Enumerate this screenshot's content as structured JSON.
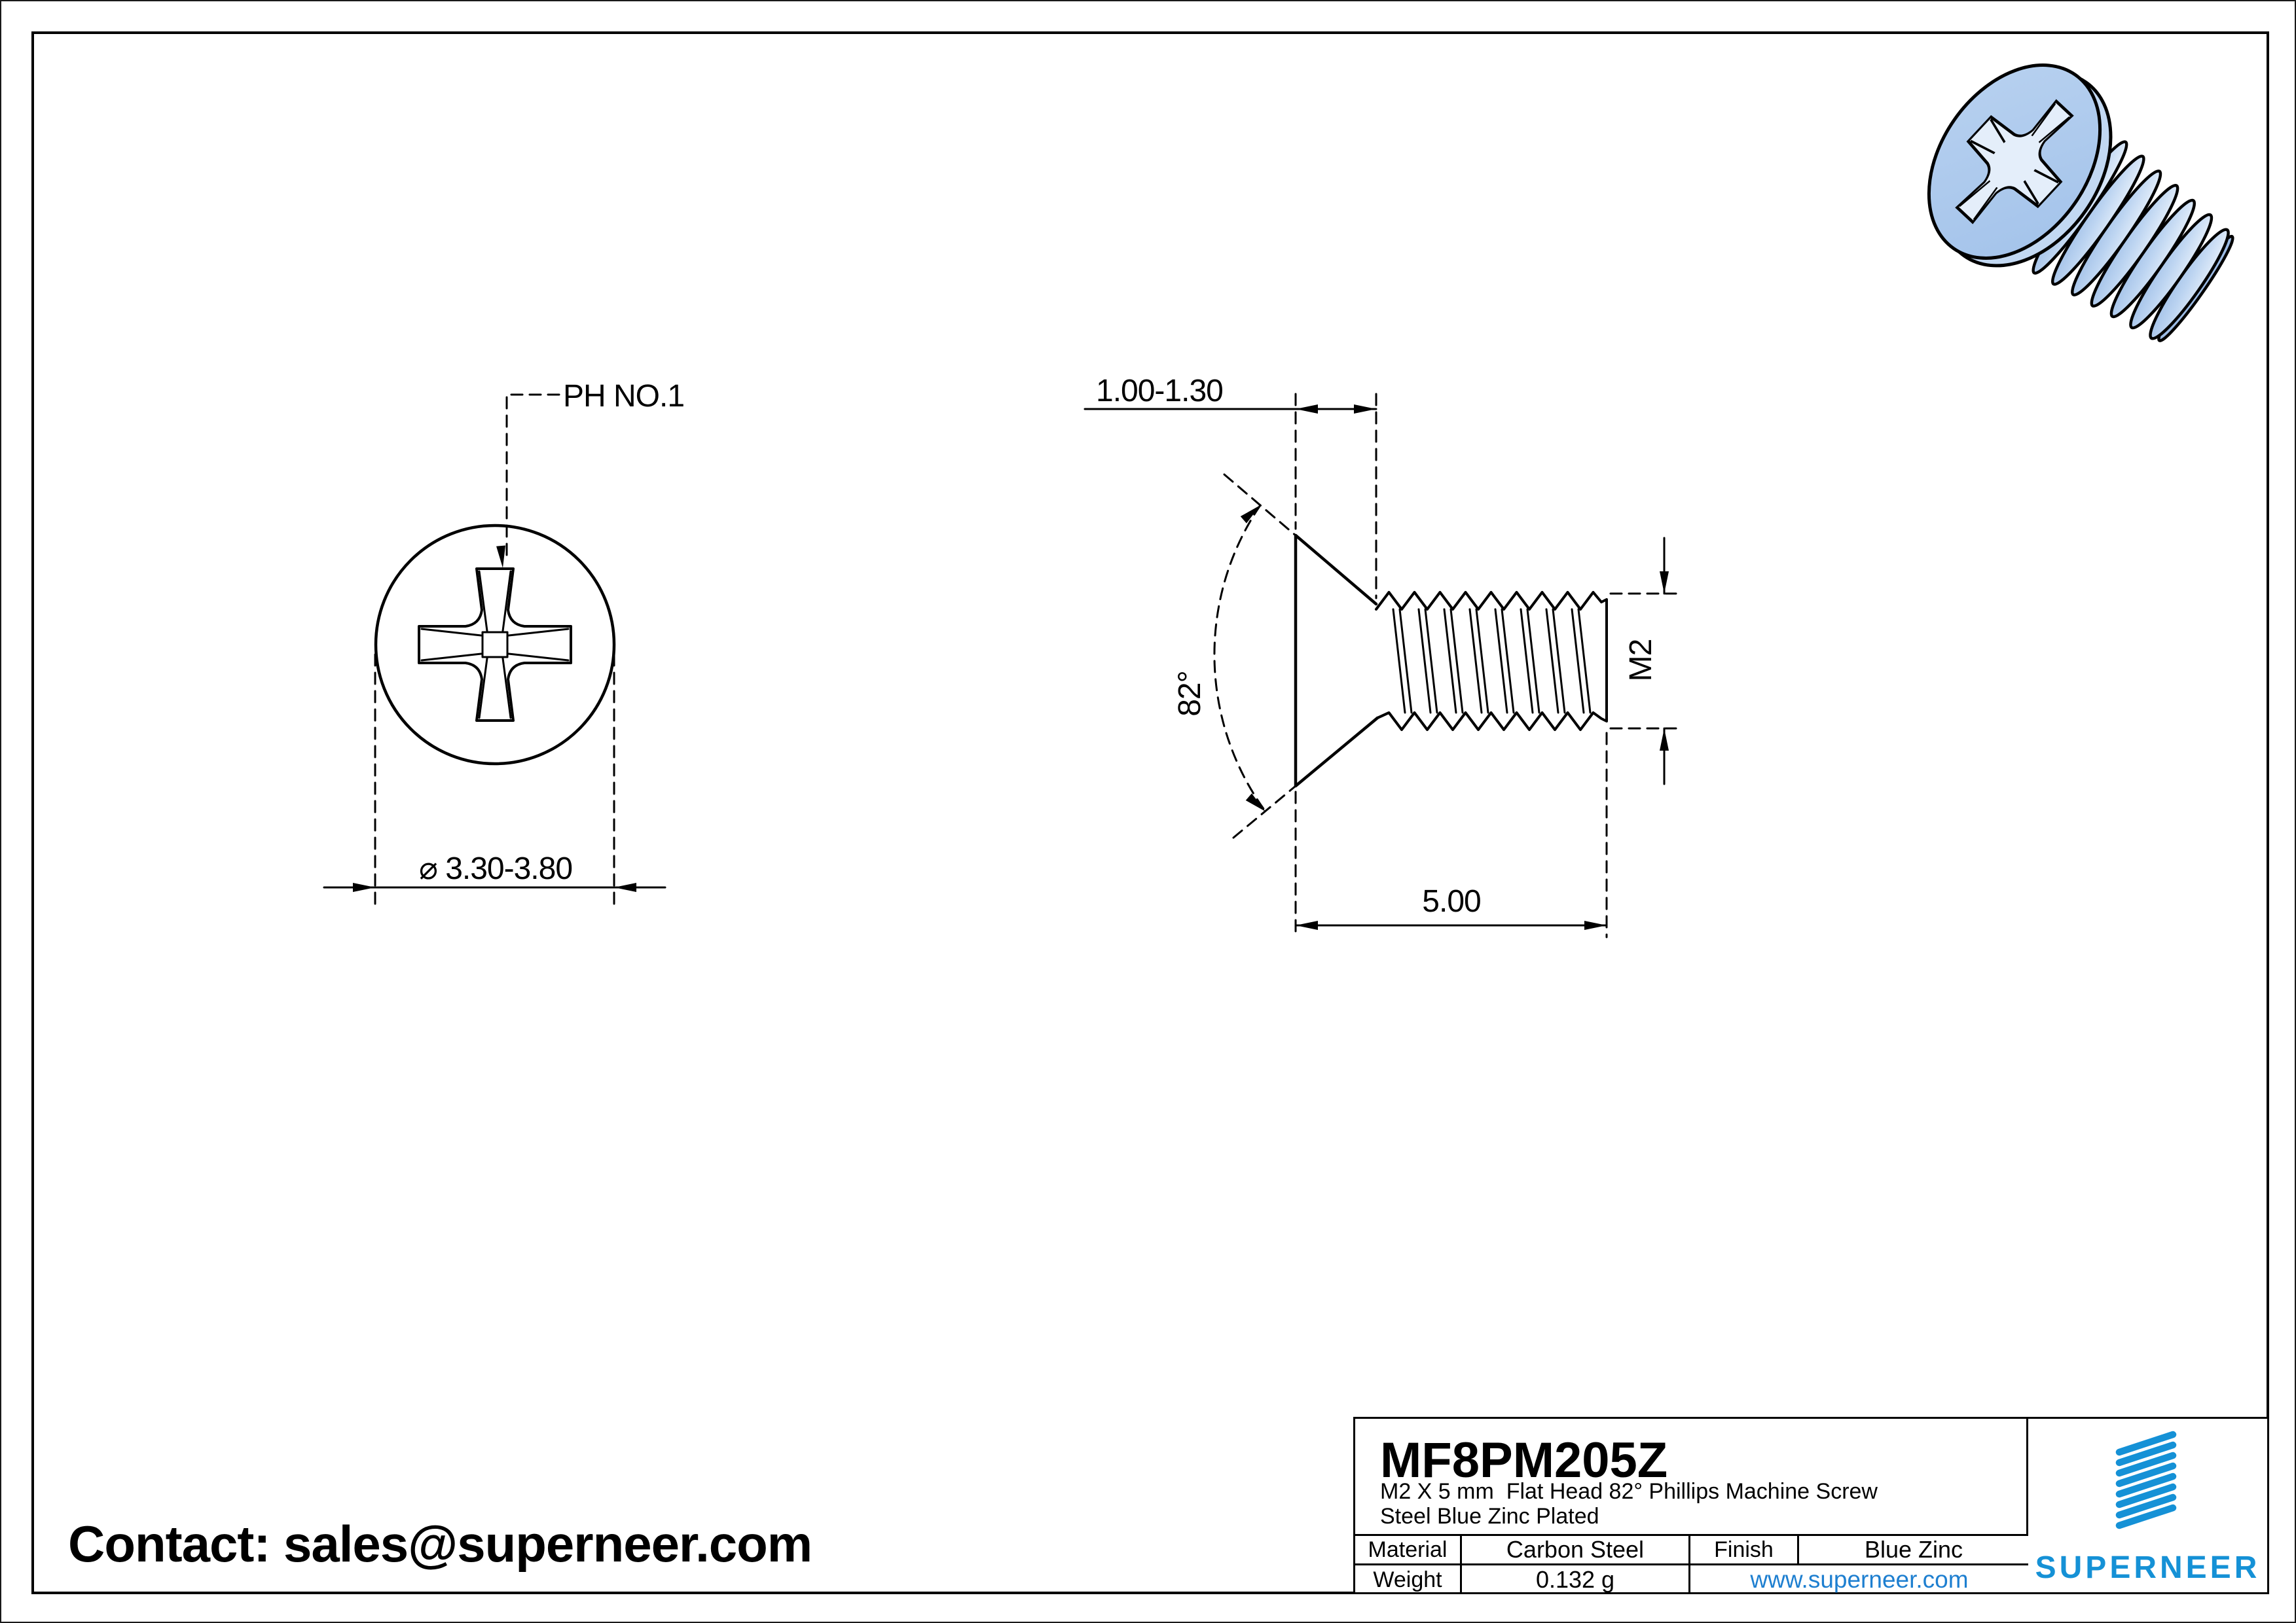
{
  "page": {
    "contact": "Contact: sales@superneer.com"
  },
  "views": {
    "front": {
      "recess_label": "PH NO.1",
      "head_diameter": "⌀ 3.30-3.80"
    },
    "side": {
      "head_height": "1.00-1.30",
      "countersink_angle": "82°",
      "thread_size": "M2",
      "length": "5.00"
    }
  },
  "title_block": {
    "part_number": "MF8PM205Z",
    "description_line1": "M2 X 5 mm  Flat Head 82° Phillips Machine Screw",
    "description_line2": "Steel Blue Zinc Plated",
    "material_label": "Material",
    "material_value": "Carbon Steel",
    "finish_label": "Finish",
    "finish_value": "Blue Zinc",
    "weight_label": "Weight",
    "weight_value": "0.132 g",
    "website": "www.superneer.com",
    "brand": "SUPERNEER"
  },
  "colors": {
    "logo_blue": "#1591d6",
    "link_blue": "#1e7fd0",
    "screw_body_blue": "#aecdf0",
    "line_black": "#000000"
  }
}
